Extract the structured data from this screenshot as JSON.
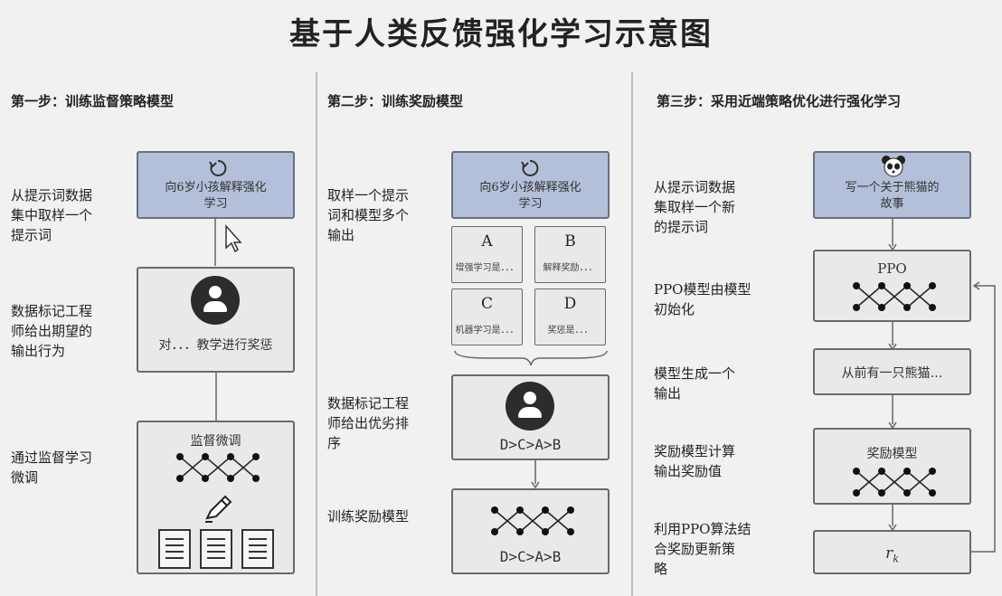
{
  "title": "基于人类反馈强化学习示意图",
  "steps": [
    {
      "heading": "第一步：训练监督策略模型",
      "labels": [
        "从提示词数据\n集中取样一个\n提示词",
        "数据标记工程\n师给出期望的\n输出行为",
        "通过监督学习\n微调"
      ],
      "prompt_box": "向6岁小孩解释强化\n学习",
      "answer_box": "对．．．教学进行奖惩",
      "finetune_box": "监督微调",
      "icons": [
        "refresh-icon",
        "cursor-icon",
        "person-icon",
        "neural-network-icon",
        "pencil-icon",
        "document-icon"
      ]
    },
    {
      "heading": "第二步：训练奖励模型",
      "labels": [
        "取样一个提示\n词和模型多个\n输出",
        "数据标记工程\n师给出优劣排\n序",
        "训练奖励模型"
      ],
      "prompt_box": "向6岁小孩解释强化\n学习",
      "outputs": [
        {
          "letter": "A",
          "text": "增强学习是．．．"
        },
        {
          "letter": "B",
          "text": "解释奖励．．．"
        },
        {
          "letter": "C",
          "text": "机器学习是．．．"
        },
        {
          "letter": "D",
          "text": "奖惩是．．．"
        }
      ],
      "ranking": "D>C>A>B",
      "reward_ranking": "D>C>A>B",
      "icons": [
        "refresh-icon",
        "person-icon",
        "neural-network-icon"
      ]
    },
    {
      "heading": "第三步：采用近端策略优化进行强化学习",
      "labels": [
        "从提示词数据\n集取样一个新\n的提示词",
        "PPO模型由模型\n初始化",
        "模型生成一个\n输出",
        "奖励模型计算\n输出奖励值",
        "利用PPO算法结\n合奖励更新策\n略"
      ],
      "prompt_box": "写一个关于熊猫的\n故事",
      "ppo_box": "PPO",
      "output_box": "从前有一只熊猫…",
      "reward_box": "奖励模型",
      "reward_symbol": "r",
      "reward_subscript": "k",
      "icons": [
        "panda-icon",
        "neural-network-icon"
      ]
    }
  ],
  "colors": {
    "prompt_box": "#b4bfd9",
    "box": "#e9e9ea",
    "background": "#f1f1f1"
  }
}
